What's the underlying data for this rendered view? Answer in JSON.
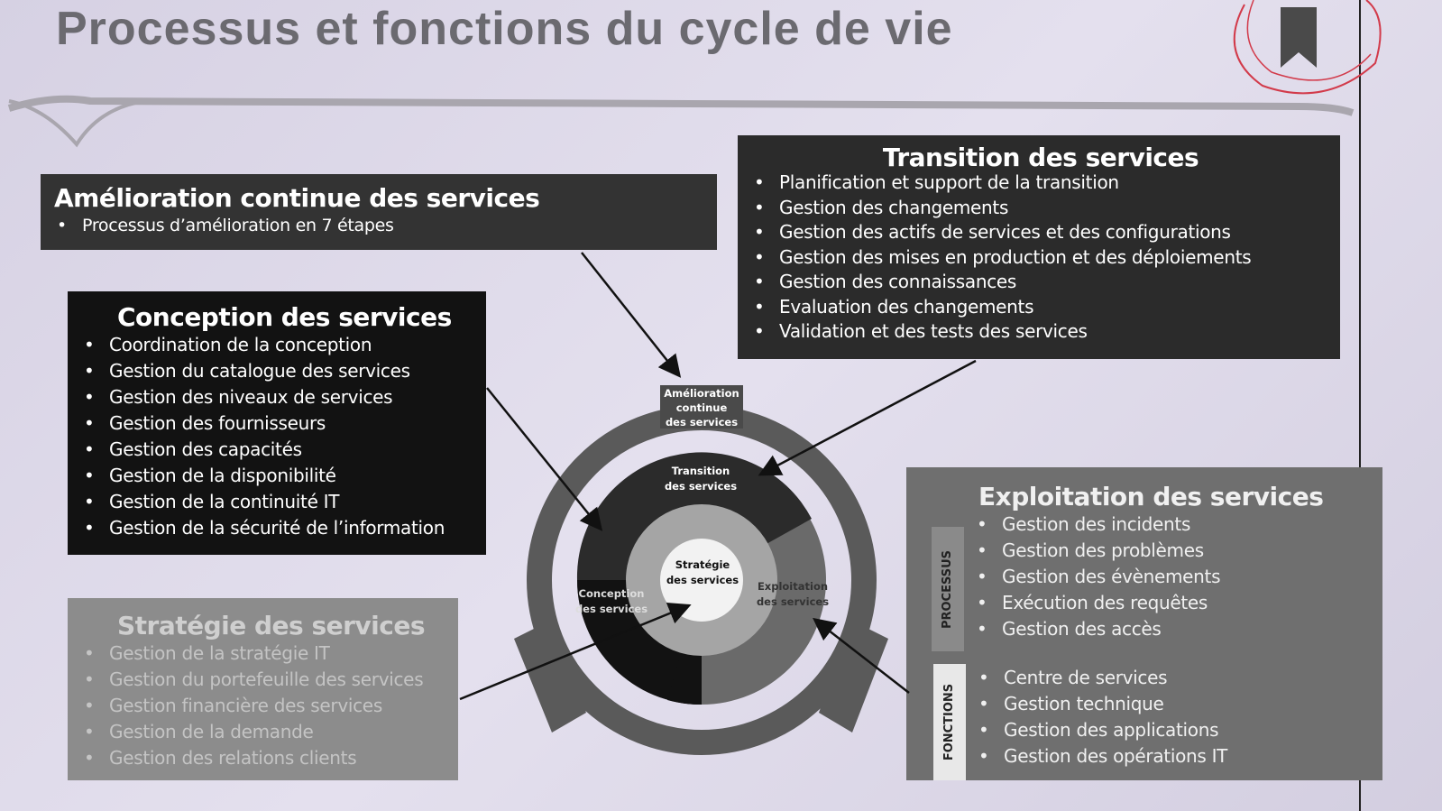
{
  "title": "Processus et fonctions du cycle de vie",
  "amelioration": {
    "title": "Amélioration continue des services",
    "items": [
      "Processus d’amélioration en 7 étapes"
    ]
  },
  "transition": {
    "title": "Transition des services",
    "items": [
      "Planification et support de la transition",
      "Gestion des changements",
      "Gestion des actifs de services et des configurations",
      "Gestion des mises en production et des déploiements",
      "Gestion des connaissances",
      "Evaluation des changements",
      "Validation et des tests des services"
    ]
  },
  "conception": {
    "title": "Conception des services",
    "items": [
      "Coordination de la conception",
      "Gestion du catalogue des services",
      "Gestion des niveaux de services",
      "Gestion des fournisseurs",
      "Gestion des capacités",
      "Gestion de la disponibilité",
      "Gestion de la continuité IT",
      "Gestion de la sécurité de l’information"
    ]
  },
  "strategie": {
    "title": "Stratégie des services",
    "items": [
      "Gestion de la stratégie IT",
      "Gestion du portefeuille des services",
      "Gestion financière des services",
      "Gestion de la demande",
      "Gestion des relations clients"
    ]
  },
  "exploitation": {
    "title": "Exploitation des services",
    "processus_label": "PROCESSUS",
    "fonctions_label": "FONCTIONS",
    "processus": [
      "Gestion des incidents",
      "Gestion des problèmes",
      "Gestion des évènements",
      "Exécution des requêtes",
      "Gestion des accès"
    ],
    "fonctions": [
      "Centre de services",
      "Gestion technique",
      "Gestion des applications",
      "Gestion des opérations IT"
    ]
  },
  "wheel": {
    "csi": [
      "Amélioration",
      "continue",
      "des services"
    ],
    "transition": [
      "Transition",
      "des services"
    ],
    "conception": [
      "Conception",
      "des services"
    ],
    "exploitation": [
      "Exploitation",
      "des services"
    ],
    "strategie": [
      "Stratégie",
      "des services"
    ]
  },
  "colors": {
    "amelioration": "#333333",
    "transition": "#2b2b2b",
    "conception": "#121212",
    "strategie": "#8c8c8c",
    "exploitation": "#6f6f6f"
  }
}
